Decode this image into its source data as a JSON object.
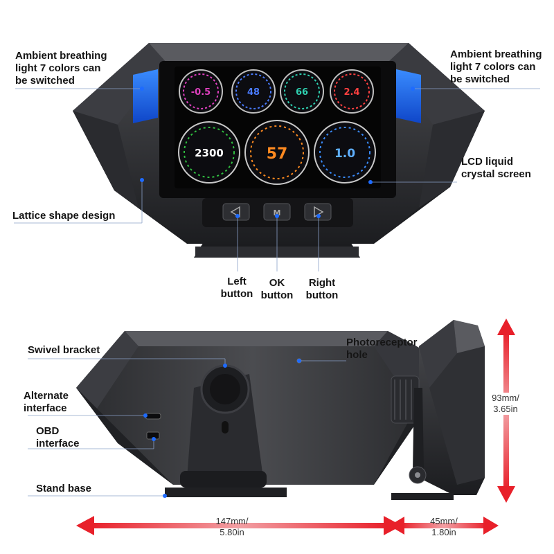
{
  "callouts": {
    "ambient_left": [
      "Ambient breathing",
      "light 7 colors can",
      "be switched"
    ],
    "ambient_right": [
      "Ambient breathing",
      "light 7 colors can",
      "be switched"
    ],
    "lcd": [
      "LCD liquid",
      "crystal screen"
    ],
    "lattice": [
      "Lattice shape design"
    ],
    "left_button": [
      "Left",
      "button"
    ],
    "ok_button": [
      "OK",
      "button"
    ],
    "right_button": [
      "Right",
      "button"
    ],
    "swivel": [
      "Swivel bracket"
    ],
    "photoreceptor": [
      "Photoreceptor",
      "hole"
    ],
    "alternate": [
      "Alternate",
      "interface"
    ],
    "obd": [
      "OBD",
      "interface"
    ],
    "stand_base": [
      "Stand base"
    ]
  },
  "dimensions": {
    "width": [
      "147mm/",
      "5.80in"
    ],
    "depth": [
      "45mm/",
      "1.80in"
    ],
    "height": [
      "93mm/",
      "3.65in"
    ]
  },
  "gauges": [
    {
      "value": "-0.5",
      "color": "#e040c0"
    },
    {
      "value": "48",
      "color": "#4a7bff"
    },
    {
      "value": "66",
      "color": "#2fd0b0"
    },
    {
      "value": "2.4",
      "color": "#ff4040"
    },
    {
      "value": "2300",
      "color": "#30c040"
    },
    {
      "value": "57",
      "color": "#ff8a20"
    },
    {
      "value": "1.0",
      "color": "#3a8cff"
    }
  ],
  "colors": {
    "ambient_light": "#1e6bff",
    "dimension_arrow": "#e8202a",
    "callout_dot": "#1e6bff"
  }
}
